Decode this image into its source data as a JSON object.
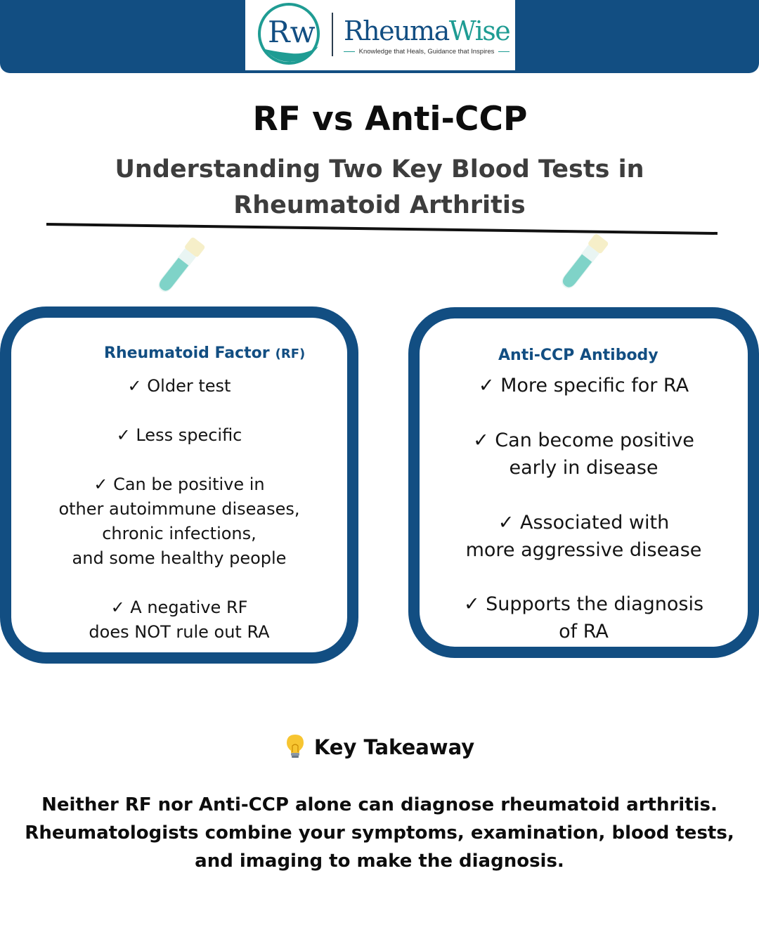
{
  "brand": {
    "monogram": "Rw",
    "name_part1": "Rheuma",
    "name_part2": "Wise",
    "tagline": "Knowledge that Heals, Guidance that Inspires",
    "color_primary": "#124e82",
    "color_accent": "#1f9c93"
  },
  "heading": {
    "title": "RF vs Anti-CCP",
    "subtitle": "Understanding Two Key Blood Tests in Rheumatoid Arthritis"
  },
  "icons": {
    "test_tube": "test-tube-icon",
    "bulb": "light-bulb-icon"
  },
  "cards": [
    {
      "title": "Rheumatoid Factor",
      "abbr": "(RF)",
      "points": [
        [
          "✓ Older test"
        ],
        [
          "✓ Less specific"
        ],
        [
          "✓ Can be positive in",
          "other autoimmune diseases,",
          "chronic infections,",
          "and some healthy people"
        ],
        [
          "✓ A negative RF",
          "does NOT rule out RA"
        ]
      ]
    },
    {
      "title": "Anti-CCP Antibody",
      "points": [
        [
          "✓ More specific for RA"
        ],
        [
          "✓ Can become positive",
          "early in disease"
        ],
        [
          "✓ Associated with",
          "more aggressive disease"
        ],
        [
          "✓ Supports the diagnosis",
          "of RA"
        ]
      ]
    }
  ],
  "takeaway": {
    "heading": "Key Takeaway",
    "body": "Neither RF nor Anti-CCP alone can diagnose rheumatoid arthritis. Rheumatologists combine your symptoms, examination, blood tests, and imaging to make the diagnosis."
  }
}
